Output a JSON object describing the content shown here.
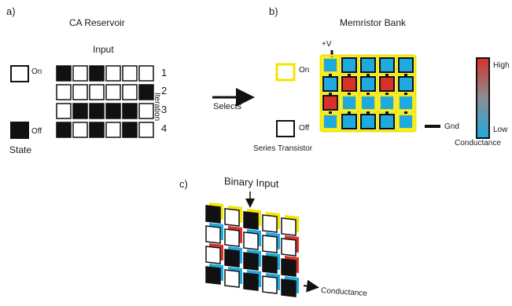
{
  "panel_a": {
    "letter": "a)",
    "title": "CA Reservoir",
    "input_label": "Input",
    "legend_on": "On",
    "legend_off": "Off",
    "state_label": "State",
    "iteration_label": "Iteration",
    "iterations": [
      "1",
      "2",
      "3",
      "4"
    ],
    "grid": [
      [
        1,
        0,
        1,
        0,
        0,
        0
      ],
      [
        0,
        0,
        0,
        0,
        0,
        1
      ],
      [
        0,
        1,
        1,
        1,
        1,
        0
      ],
      [
        1,
        0,
        1,
        0,
        1,
        0
      ]
    ]
  },
  "arrow_label": "Selects",
  "panel_b": {
    "letter": "b)",
    "title": "Memristor Bank",
    "vplus_label": "+V",
    "gnd_label": "Gnd",
    "legend_on": "On",
    "legend_off": "Off",
    "series_transistor_label": "Series Transistor",
    "colorbar_high": "High",
    "colorbar_low": "Low",
    "colorbar_title": "Conductance",
    "colors": {
      "high": "#d9302a",
      "low": "#1ea9df",
      "mid": "#8a8f93",
      "yellow": "#f3e600"
    },
    "memristor_grid": [
      [
        "low",
        "low",
        "low",
        "low",
        "low"
      ],
      [
        "low",
        "high",
        "low",
        "high",
        "low"
      ],
      [
        "high",
        "low",
        "low",
        "low",
        "low"
      ],
      [
        "low",
        "low",
        "low",
        "low",
        "low"
      ]
    ],
    "transistor_on": [
      [
        0,
        1,
        1,
        1,
        1
      ],
      [
        1,
        1,
        1,
        1,
        1
      ],
      [
        1,
        0,
        0,
        0,
        0
      ],
      [
        0,
        1,
        1,
        1,
        0
      ]
    ]
  },
  "panel_c": {
    "letter": "c)",
    "binary_input_label": "Binary Input",
    "conductance_label": "Conductance",
    "grid": [
      [
        1,
        0,
        1,
        0,
        0
      ],
      [
        0,
        0,
        0,
        0,
        0
      ],
      [
        0,
        1,
        1,
        1,
        1
      ],
      [
        1,
        0,
        1,
        0,
        1
      ]
    ]
  }
}
